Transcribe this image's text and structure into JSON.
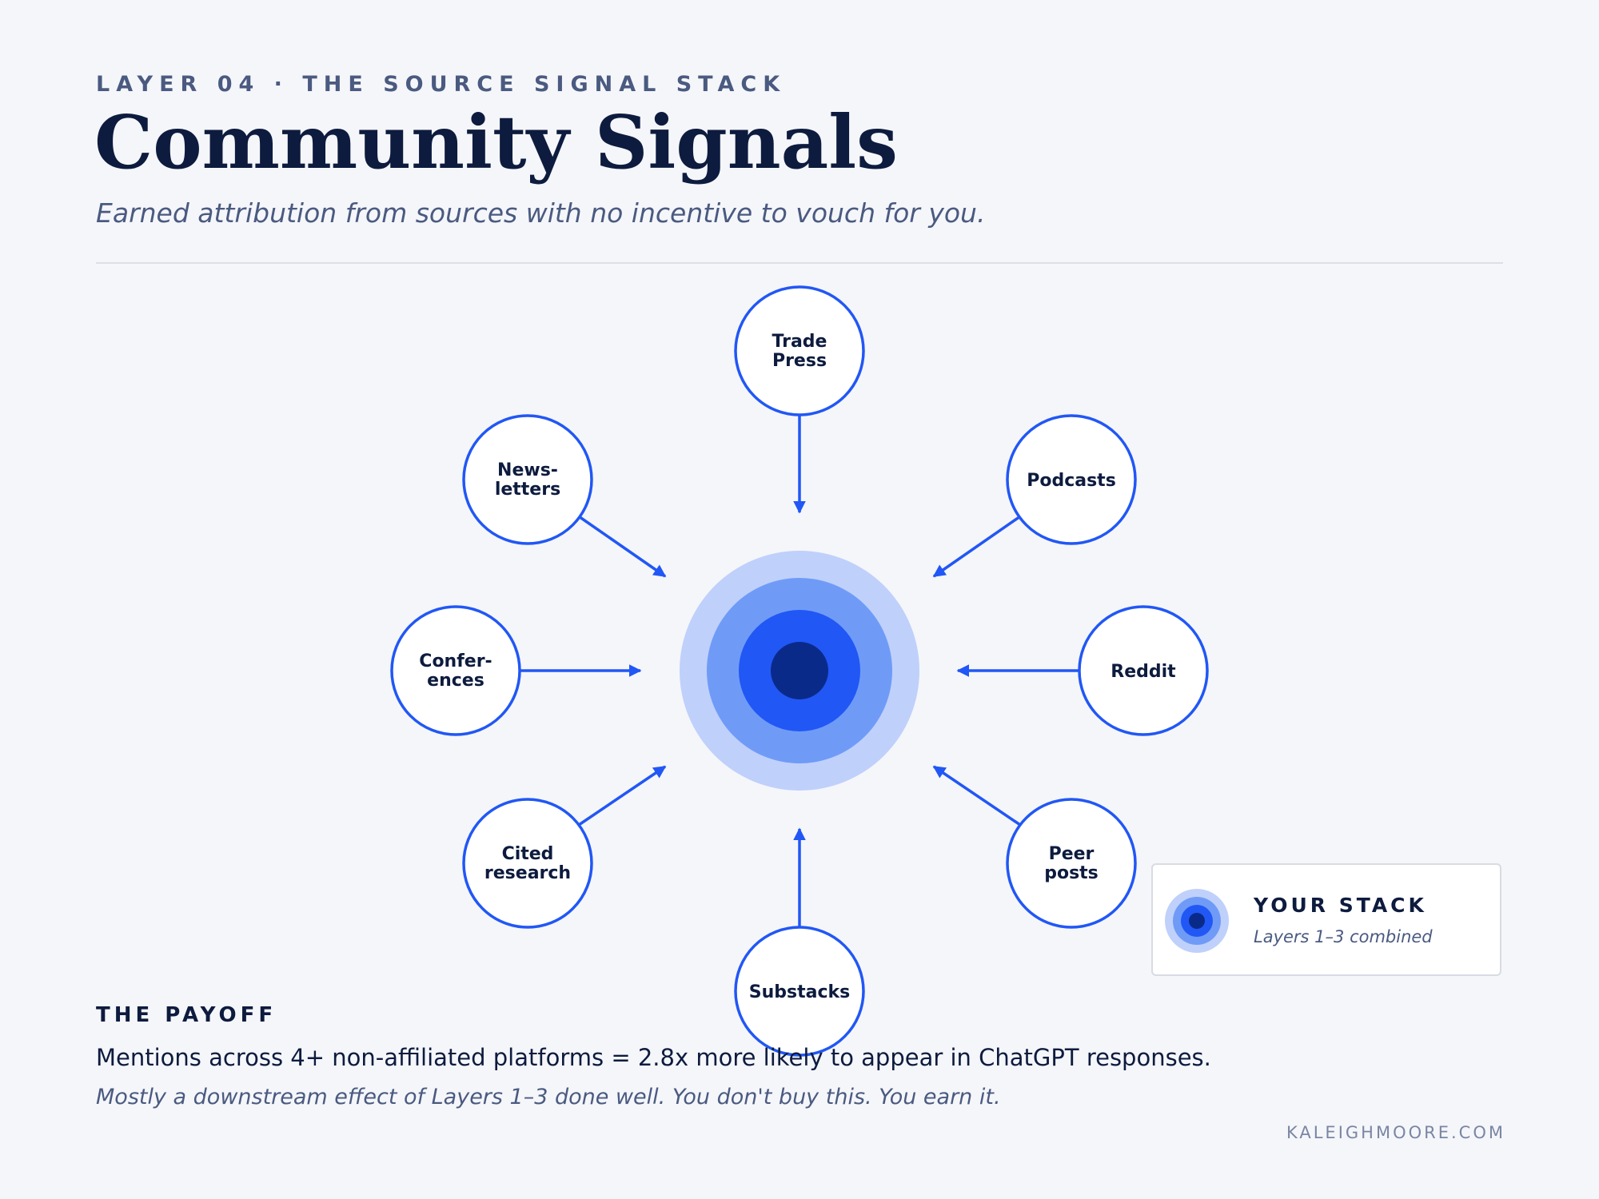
{
  "header": {
    "eyebrow": "LAYER 04 · THE SOURCE SIGNAL STACK",
    "title": "Community Signals",
    "subtitle": "Earned attribution from sources with no incentive to vouch for you."
  },
  "diagram": {
    "nodes": [
      {
        "line1": "Trade",
        "line2": "Press"
      },
      {
        "line1": "Podcasts",
        "line2": ""
      },
      {
        "line1": "Reddit",
        "line2": ""
      },
      {
        "line1": "Peer",
        "line2": "posts"
      },
      {
        "line1": "Substacks",
        "line2": ""
      },
      {
        "line1": "Cited",
        "line2": "research"
      },
      {
        "line1": "Confer-",
        "line2": "ences"
      },
      {
        "line1": "News-",
        "line2": "letters"
      }
    ],
    "colors": {
      "accent": "#2157f5",
      "ring1": "#bfd0fb",
      "ring2": "#6f9bf7",
      "ring3": "#2157f5",
      "core": "#0a2a8a"
    }
  },
  "legend": {
    "title": "YOUR STACK",
    "subtitle": "Layers 1–3 combined"
  },
  "payoff": {
    "heading": "THE PAYOFF",
    "body": "Mentions across 4+ non-affiliated platforms = 2.8x more likely to appear in ChatGPT responses.",
    "note": "Mostly a downstream effect of Layers 1–3 done well. You don't buy this. You earn it."
  },
  "footer": "KALEIGHMOORE.COM"
}
